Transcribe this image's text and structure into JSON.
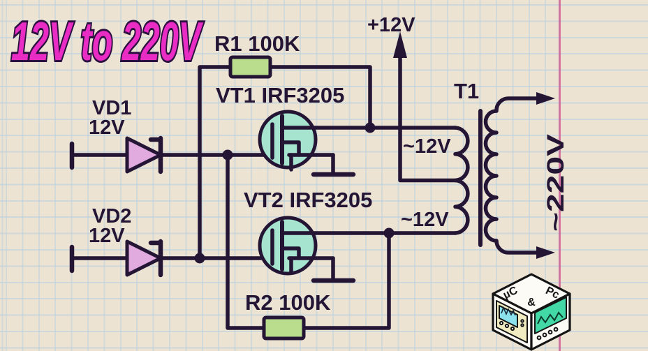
{
  "title": "12V to 220V",
  "components": {
    "r1": {
      "label": "R1 100K"
    },
    "r2": {
      "label": "R2 100K"
    },
    "vt1": {
      "label": "VT1 IRF3205"
    },
    "vt2": {
      "label": "VT2 IRF3205"
    },
    "vd1": {
      "name": "VD1",
      "value": "12V"
    },
    "vd2": {
      "name": "VD2",
      "value": "12V"
    },
    "transformer": {
      "label": "T1",
      "primary_top": "~12V",
      "primary_bottom": "~12V",
      "secondary": "~220V"
    },
    "supply": {
      "label": "+12V"
    }
  },
  "logo": {
    "left": "µC",
    "amp": "&",
    "right": "Pc"
  },
  "colors": {
    "paper": "#ece3d3",
    "grid": "#b5cede",
    "margin_line": "#cc6098",
    "ink": "#241535",
    "title": "#e92cc3",
    "resistor_fill": "#b9dc8d",
    "mosfet_fill": "#a6e4cf",
    "diode_fill": "#e2abdf"
  }
}
